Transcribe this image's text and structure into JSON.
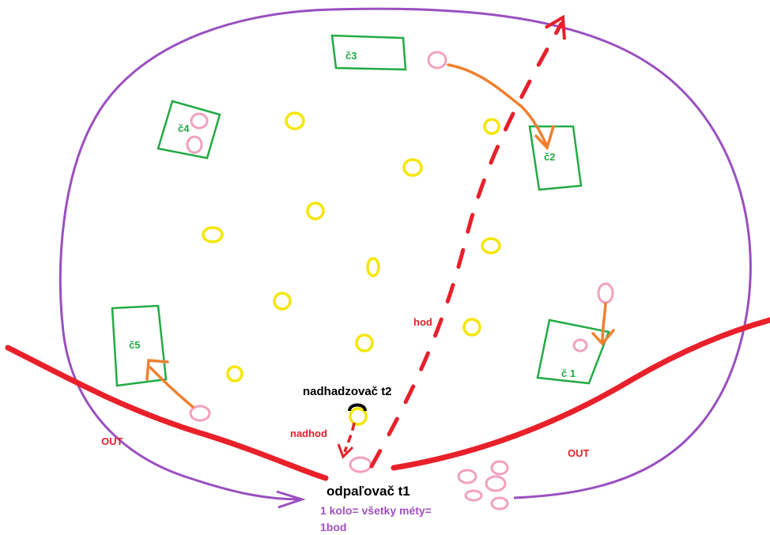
{
  "colors": {
    "field_outline": "#9a4fc0",
    "foul_line": "#e8202a",
    "base": "#22aa44",
    "player_field": "#f5e600",
    "player_runner": "#f2a0c0",
    "arrow_run": "#f08030",
    "throw_path": "#e8202a",
    "pitcher": "#000000"
  },
  "bases": {
    "b1": "č 1",
    "b2": "č2",
    "b3": "č3",
    "b4": "č4",
    "b5": "č5"
  },
  "labels": {
    "out_left": "OUT",
    "out_right": "OUT",
    "hod": "hod",
    "nadhod": "nadhod",
    "pitcher": "nadhadzovač t2",
    "batter": "odpaľovač t1",
    "rule_line1": "1 kolo= všetky méty=",
    "rule_line2": "1bod"
  }
}
